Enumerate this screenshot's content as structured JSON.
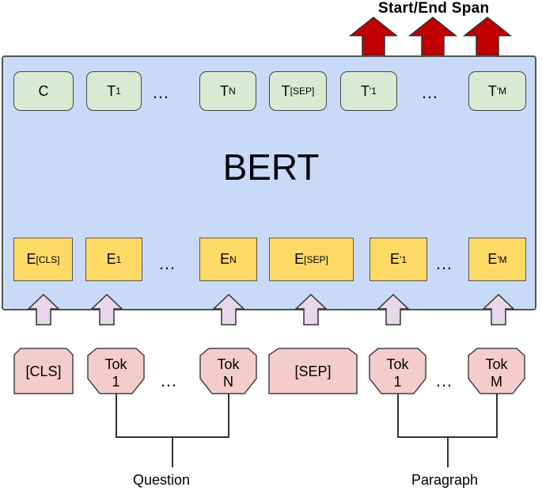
{
  "title": "Start/End Span",
  "model_label": "BERT",
  "output_tokens": [
    "C",
    "T",
    "T",
    "T",
    "T",
    "T"
  ],
  "output_subs": {
    "t1": "1",
    "tn": "N",
    "tsep": "[SEP]",
    "tp1": "1",
    "tpm": "M"
  },
  "output_primes": {
    "tp1": "'",
    "tpm": "'"
  },
  "embeddings": {
    "base": "E",
    "cls": "[CLS]",
    "e1": "1",
    "en": "N",
    "sep": "[SEP]",
    "ep1": "1",
    "epm": "M",
    "prime": "'"
  },
  "inputs": {
    "cls": "[CLS]",
    "tok1": [
      "Tok",
      "1"
    ],
    "tokn": [
      "Tok",
      "N"
    ],
    "sep": "[SEP]",
    "tokp1": [
      "Tok",
      "1"
    ],
    "tokpm": [
      "Tok",
      "M"
    ]
  },
  "ellipsis": "…",
  "groups": {
    "question": "Question",
    "paragraph": "Paragraph"
  },
  "colors": {
    "bert_bg": "#c9daf8",
    "output_bg": "#d9ead3",
    "embed_bg": "#ffd966",
    "input_bg": "#f4cccc",
    "up_arrow": "#e6d8e8",
    "output_arrow": "#c00000"
  }
}
